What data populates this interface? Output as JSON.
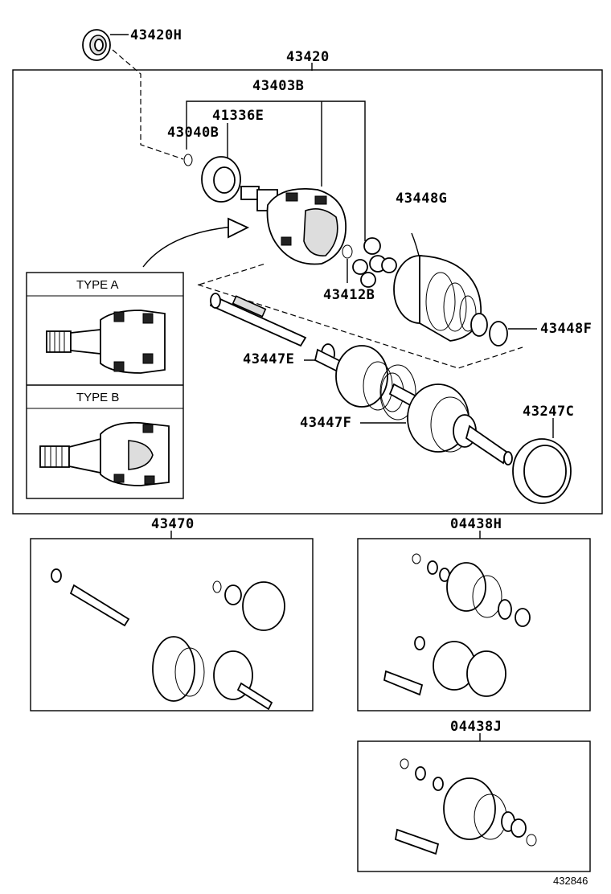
{
  "labels": {
    "p43420H": "43420H",
    "p43420": "43420",
    "p43403B": "43403B",
    "p41336E": "41336E",
    "p43040B": "43040B",
    "p43448G": "43448G",
    "p43412B": "43412B",
    "p43448F": "43448F",
    "p43447E": "43447E",
    "p43447F": "43447F",
    "p43247C": "43247C",
    "p43470": "43470",
    "p04438H": "04438H",
    "p04438J": "04438J"
  },
  "types": {
    "type_a": "TYPE A",
    "type_b": "TYPE B"
  },
  "figure_number": "432846"
}
